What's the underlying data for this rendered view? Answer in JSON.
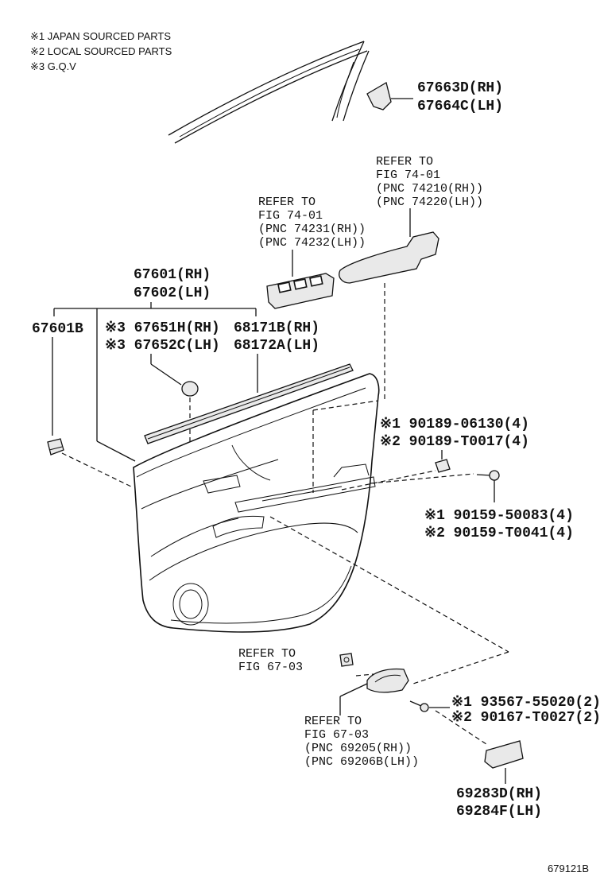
{
  "notes": [
    "※1 JAPAN SOURCED PARTS",
    "※2 LOCAL SOURCED PARTS",
    "※3 G.Q.V"
  ],
  "labels": {
    "p67663d": "67663D(RH)",
    "p67664c": "67664C(LH)",
    "ref_a_1": "REFER TO",
    "ref_a_2": "FIG 74-01",
    "ref_a_3": "(PNC 74210(RH))",
    "ref_a_4": "(PNC 74220(LH))",
    "ref_b_1": "REFER TO",
    "ref_b_2": "FIG 74-01",
    "ref_b_3": "(PNC 74231(RH))",
    "ref_b_4": "(PNC 74232(LH))",
    "p67601": "67601(RH)",
    "p67602": "67602(LH)",
    "p67601b": "67601B",
    "p67651h": "※3 67651H(RH)",
    "p67652c": "※3 67652C(LH)",
    "p68171b": "68171B(RH)",
    "p68172a": "68172A(LH)",
    "p90189_06130": "※1 90189-06130(4)",
    "p90189_t0017": "※2 90189-T0017(4)",
    "p90159_50083": "※1 90159-50083(4)",
    "p90159_t0041": "※2 90159-T0041(4)",
    "ref_c_1": "REFER TO",
    "ref_c_2": "FIG 67-03",
    "p93567": "※1 93567-55020(2)",
    "p90167": "※2 90167-T0027(2)",
    "ref_d_1": "REFER TO",
    "ref_d_2": "FIG 67-03",
    "ref_d_3": "(PNC 69205(RH))",
    "ref_d_4": "(PNC 69206B(LH))",
    "p69283d": "69283D(RH)",
    "p69284f": "69284F(LH)",
    "fig_code": "679121B"
  }
}
